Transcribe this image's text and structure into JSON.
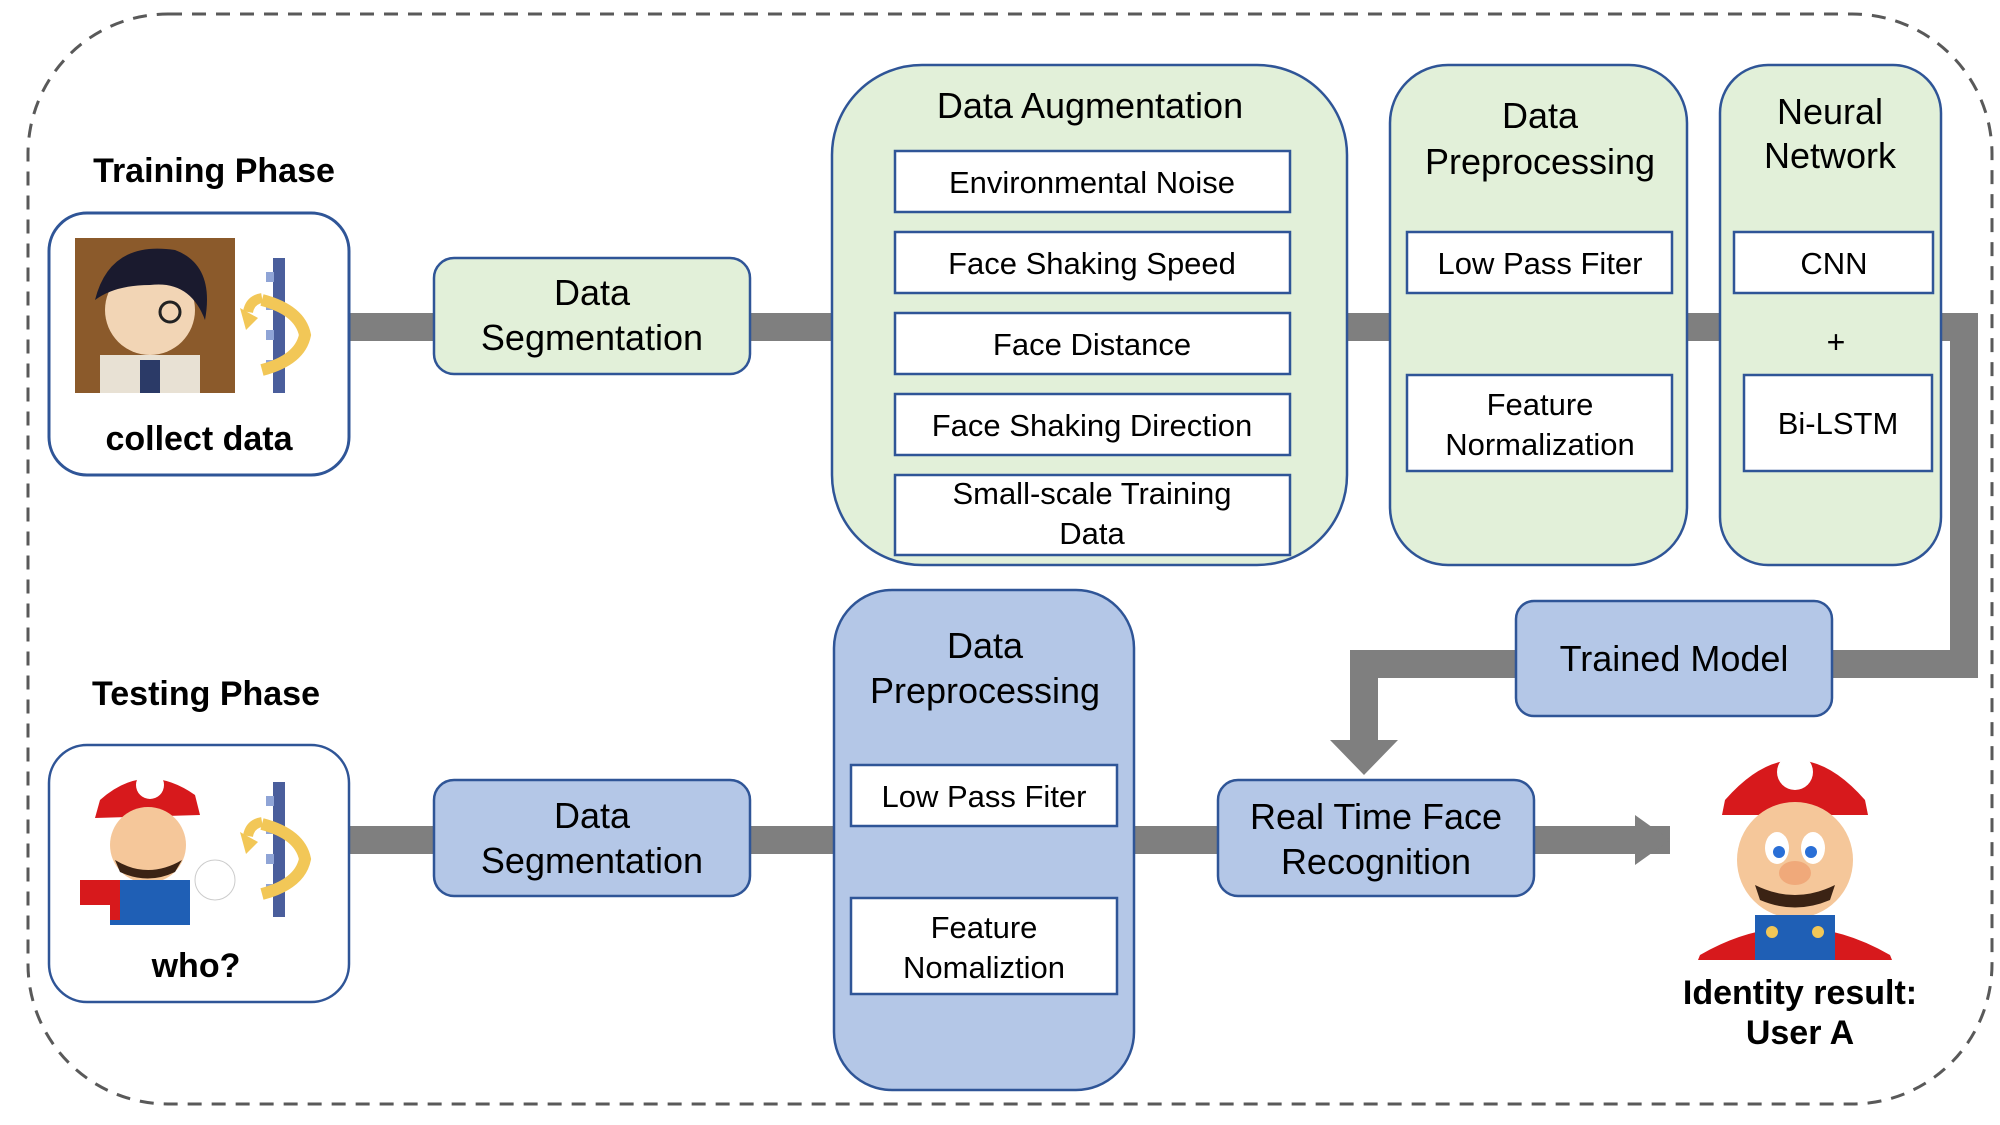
{
  "training": {
    "phase_label": "Training Phase",
    "input_caption": "collect data",
    "segmentation": [
      "Data",
      "Segmentation"
    ],
    "augmentation": {
      "title": "Data Augmentation",
      "items": [
        [
          "Environmental Noise"
        ],
        [
          "Face Shaking Speed"
        ],
        [
          "Face Distance"
        ],
        [
          "Face Shaking Direction"
        ],
        [
          "Small-scale Training",
          "Data"
        ]
      ]
    },
    "preprocessing": {
      "title": [
        "Data",
        "Preprocessing"
      ],
      "items": [
        [
          "Low Pass Fiter"
        ],
        [
          "Feature",
          "Normalization"
        ]
      ]
    },
    "network": {
      "title": [
        "Neural",
        "Network"
      ],
      "items": [
        [
          "CNN"
        ],
        [
          "Bi-LSTM"
        ]
      ],
      "joiner": "+"
    }
  },
  "trained_model": "Trained Model",
  "testing": {
    "phase_label": "Testing Phase",
    "input_caption": "who?",
    "segmentation": [
      "Data",
      "Segmentation"
    ],
    "preprocessing": {
      "title": [
        "Data",
        "Preprocessing"
      ],
      "items": [
        [
          "Low Pass Fiter"
        ],
        [
          "Feature",
          "Nomaliztion"
        ]
      ]
    },
    "recognition": [
      "Real Time Face",
      "Recognition"
    ],
    "result": [
      "Identity result:",
      "User A"
    ]
  },
  "colors": {
    "training_fill": "#e2f0d9",
    "testing_fill": "#b4c7e7",
    "border": "#2f5597",
    "connector": "#7f7f7f"
  }
}
